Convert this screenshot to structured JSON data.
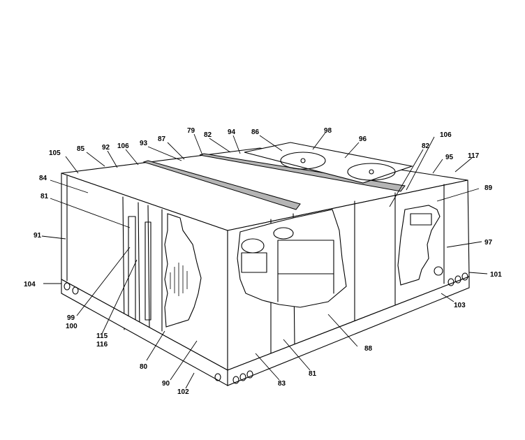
{
  "callouts": {
    "c105": "105",
    "c85a": "85",
    "c92": "92",
    "c106a": "106",
    "c93": "93",
    "c87": "87",
    "c79": "79",
    "c82a": "82",
    "c94": "94",
    "c86": "86",
    "c98": "98",
    "c96": "96",
    "c106b": "106",
    "c82b": "82",
    "c95": "95",
    "c117": "117",
    "c84": "84",
    "c81a": "81",
    "c89": "89",
    "c91": "91",
    "c97": "97",
    "c104": "104",
    "c101": "101",
    "c99": "99",
    "c100": "100",
    "c115": "115",
    "c116": "116",
    "c103": "103",
    "c88": "88",
    "c80": "80",
    "c90": "90",
    "c102": "102",
    "c83": "83",
    "c81b": "81"
  }
}
